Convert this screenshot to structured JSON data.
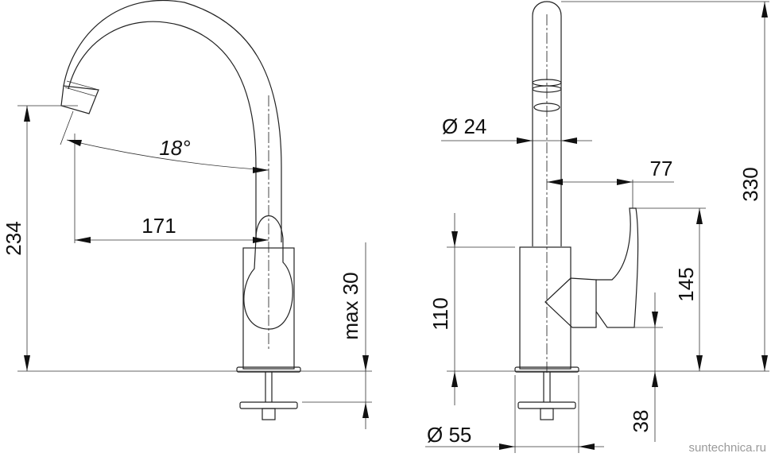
{
  "dimensions": {
    "angle": "18°",
    "reach": "171",
    "spout_height": "234",
    "max_thickness": "max 30",
    "spout_diameter": "Ø 24",
    "lever_offset": "77",
    "total_height": "330",
    "body_height": "110",
    "lever_height": "145",
    "shank_length": "38",
    "base_diameter": "Ø 55"
  },
  "watermark": "suntechnica.ru"
}
